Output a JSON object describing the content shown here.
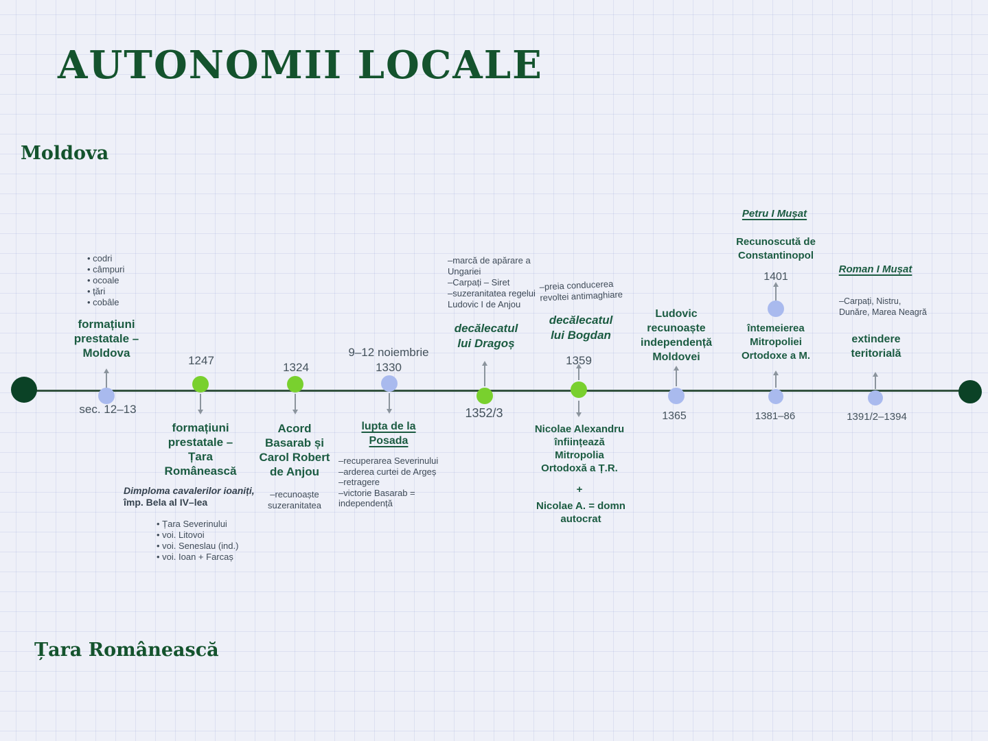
{
  "header": {
    "title": "AUTONOMII LOCALE",
    "region_top": "Moldova",
    "region_bottom": "Țara Românească"
  },
  "colors": {
    "heading_green": "#14532d",
    "label_green": "#1b5b41",
    "note_slate": "#3e4a57",
    "timeline_line": "#33523f",
    "dot_green": "#79d02e",
    "dot_blue": "#a9baee",
    "dot_end_dark_green": "#0b4226",
    "background": "#eef0f8"
  },
  "events": {
    "prestatale_moldova": {
      "date": "sec. 12–13",
      "label": "formațiuni\nprestatale –\nMoldova",
      "notes": "• codri\n• câmpuri\n• ocoale\n• țări\n• cobâle"
    },
    "prestatale_tr": {
      "date": "1247",
      "label": "formațiuni\nprestatale –\nȚara\nRomânească",
      "source_italic": "Dimploma cavalerilor ioaniți,",
      "source_rest": "împ. Bela al IV–lea",
      "notes": "• Țara Severinului\n• voi. Litovoi\n• voi. Seneslau (ind.)\n• voi. Ioan + Farcaș"
    },
    "acord_basarab": {
      "date": "1324",
      "label": "Acord\nBasarab și\nCarol Robert\nde Anjou",
      "notes": "–recunoaște\nsuzeranitatea"
    },
    "posada": {
      "date": "9–12 noiembrie\n1330",
      "label": "lupta de la\nPosada",
      "notes": "–recuperarea Severinului\n–arderea curtei de Argeș\n–retragere\n–victorie Basarab =\nindependență"
    },
    "dragos": {
      "date": "1352/3",
      "label": "decălecatul\nlui Dragoș",
      "notes": "–marcă de apărare a\nUngariei\n–Carpați – Siret\n–suzeranitatea regelui\nLudovic I de Anjou"
    },
    "bogdan": {
      "date": "1359",
      "label": "decălecatul\nlui Bogdan",
      "notes": "–preia conducerea\nrevoltei antimaghiare",
      "below_label": "Nicolae Alexandru\nînființează\nMitropolia\nOrtodoxă a Ț.R.",
      "plus": "+",
      "below_label2": "Nicolae A. = domn\nautocrat"
    },
    "independenta_moldovei": {
      "date": "1365",
      "label": "Ludovic\nrecunoaște\nindependență\nMoldovei"
    },
    "mitropolia_moldovei": {
      "ruler": "Petru I Mușat",
      "recognition": "Recunoscută de\nConstantinopol",
      "date_top": "1401",
      "label": "întemeierea\nMitropoliei\nOrtodoxe a M.",
      "date": "1381–86"
    },
    "extindere": {
      "ruler": "Roman I Mușat",
      "notes": "–Carpați, Nistru,\nDunăre, Marea Neagră",
      "label": "extindere\nteritorială",
      "date": "1391/2–1394"
    }
  }
}
